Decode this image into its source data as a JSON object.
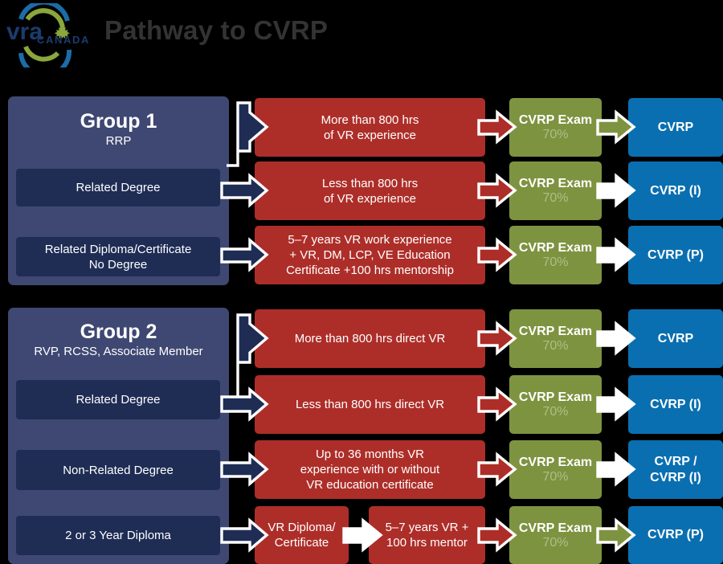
{
  "header": {
    "title": "Pathway to CVRP",
    "logo": {
      "name": "vra-canada-logo",
      "wordmark": "vra",
      "subwordmark": "CANADA",
      "colors": {
        "blue": "#1b6ca8",
        "green": "#8aa63c",
        "text": "#1b3c6e"
      }
    }
  },
  "palette": {
    "background": "#000000",
    "group_panel": "#3f4872",
    "sub_box": "#1f2d55",
    "red": "#ad2e29",
    "green": "#7e9340",
    "blue": "#0a6fb0",
    "navy_arrow": "#1f2d55",
    "title_gray": "#333333",
    "percent_gray": "#b0bd86"
  },
  "groups": [
    {
      "id": "group-1",
      "title": "Group 1",
      "subtitle": "RRP",
      "qualifications": [
        {
          "label": "Related Degree"
        },
        {
          "label": "Related Diploma/Certificate\nNo Degree"
        }
      ],
      "rows": [
        {
          "requirement": "More than 800 hrs\nof VR experience",
          "exam": {
            "title": "CVRP Exam",
            "percent": "70%"
          },
          "outcome": "CVRP"
        },
        {
          "requirement": "Less than 800 hrs\nof VR experience",
          "exam": {
            "title": "CVRP Exam",
            "percent": "70%"
          },
          "outcome": "CVRP (I)"
        },
        {
          "requirement": "5–7 years VR work experience\n+ VR, DM, LCP, VE Education\nCertificate +100 hrs mentorship",
          "exam": {
            "title": "CVRP Exam",
            "percent": "70%"
          },
          "outcome": "CVRP (P)"
        }
      ]
    },
    {
      "id": "group-2",
      "title": "Group 2",
      "subtitle": "RVP, RCSS, Associate Member",
      "qualifications": [
        {
          "label": "Related Degree"
        },
        {
          "label": "Non-Related Degree"
        },
        {
          "label": "2 or 3 Year Diploma"
        }
      ],
      "rows": [
        {
          "requirement": "More than 800 hrs direct VR",
          "exam": {
            "title": "CVRP Exam",
            "percent": "70%"
          },
          "outcome": "CVRP"
        },
        {
          "requirement": "Less than 800 hrs direct VR",
          "exam": {
            "title": "CVRP Exam",
            "percent": "70%"
          },
          "outcome": "CVRP (I)"
        },
        {
          "requirement": "Up to 36 months VR\nexperience with or without\nVR education certificate",
          "exam": {
            "title": "CVRP Exam",
            "percent": "70%"
          },
          "outcome": "CVRP /\nCVRP (I)"
        },
        {
          "requirement_a": "VR Diploma/\nCertificate",
          "requirement_b": "5–7 years VR +\n100 hrs mentor",
          "exam": {
            "title": "CVRP Exam",
            "percent": "70%"
          },
          "outcome": "CVRP (P)"
        }
      ]
    }
  ]
}
